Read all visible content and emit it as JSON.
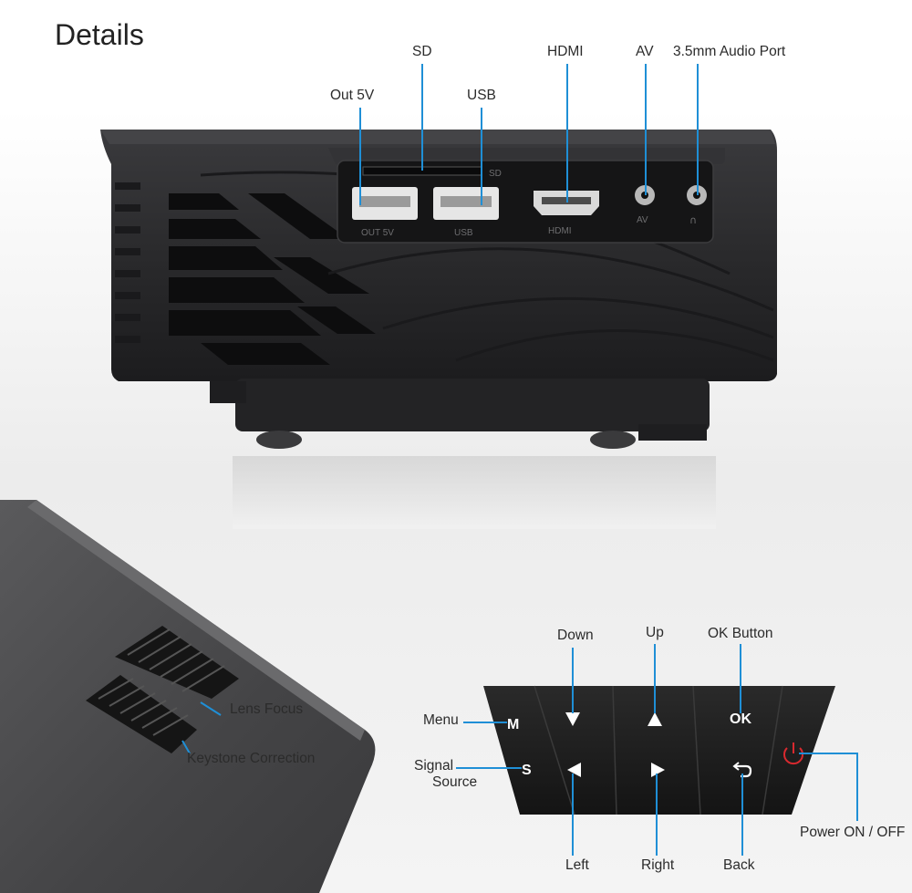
{
  "title": "Details",
  "ports": {
    "out5v": "Out 5V",
    "sd": "SD",
    "usb": "USB",
    "hdmi": "HDMI",
    "av": "AV",
    "audio": "3.5mm Audio Port"
  },
  "panel_print": {
    "sd": "SD",
    "out5v": "OUT 5V",
    "usb": "USB",
    "hdmi": "HDMI",
    "av": "AV"
  },
  "side": {
    "lens_focus": "Lens Focus",
    "keystone": "Keystone Correction"
  },
  "keypad": {
    "down": "Down",
    "up": "Up",
    "ok_button": "OK Button",
    "menu": "Menu",
    "signal_line1": "Signal",
    "signal_line2": "Source",
    "power": "Power ON / OFF",
    "left": "Left",
    "right": "Right",
    "back": "Back",
    "key_m": "M",
    "key_s": "S",
    "key_ok": "OK"
  },
  "colors": {
    "callout_line": "#1f8fd6",
    "body": "#2c2c2e",
    "power_icon": "#d9292f"
  }
}
